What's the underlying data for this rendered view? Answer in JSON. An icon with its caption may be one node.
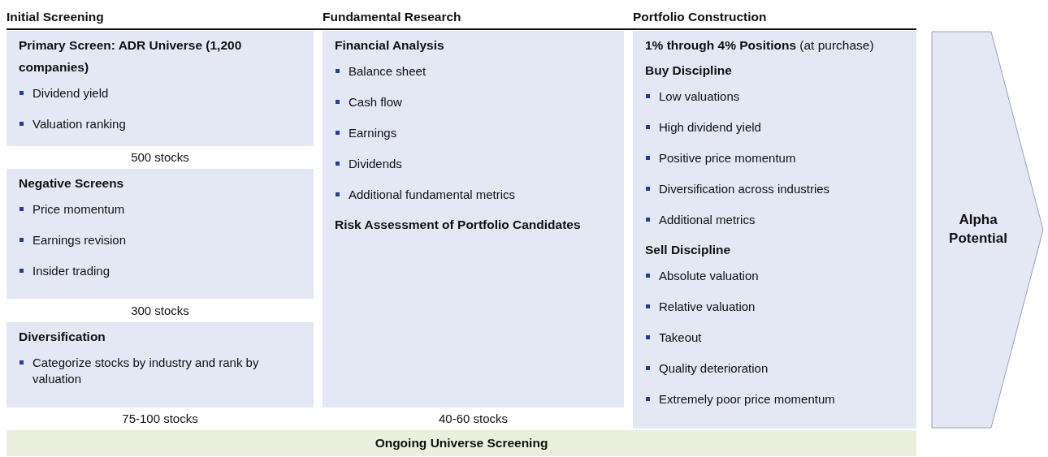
{
  "diagram": {
    "nodes": [
      {
        "text": [
          "Primary Screen: ADR Universe (1,200 companies)",
          "Dividend yield",
          "Valuation ranking"
        ]
      },
      {
        "text": [
          "Negative Screens",
          "Price momentum",
          "Earnings revision",
          "Insider trading"
        ]
      },
      {
        "text": [
          "Diversification",
          "Categorize stocks by industry and rank by valuation"
        ]
      },
      {
        "text": [
          "Financial Analysis",
          "Balance sheet",
          "Cash flow",
          "Earnings",
          "Dividends",
          "Additional fundamental metrics",
          "Risk Assessment of Portfolio Candidates"
        ]
      },
      {
        "text": [
          "**1% through 4% Positions** (at purchase)",
          "Buy Discipline",
          "Low valuations",
          "High dividend yield",
          "Positive price momentum",
          "Diversification across industries",
          "Additional metrics",
          "Sell Discipline",
          "Absolute valuation",
          "Relative valuation",
          "Takeout",
          "Quality deterioration",
          "Extremely poor price momentum"
        ]
      },
      {
        "text": [
          "Alpha Potential"
        ]
      },
      {
        "text": [
          "Ongoing Universe Screening"
        ]
      }
    ],
    "labels": [
      "Initial Screening",
      "Fundamental Research",
      "Portfolio Construction",
      "500 stocks",
      "300 stocks",
      "75-100 stocks",
      "40-60 stocks"
    ]
  }
}
